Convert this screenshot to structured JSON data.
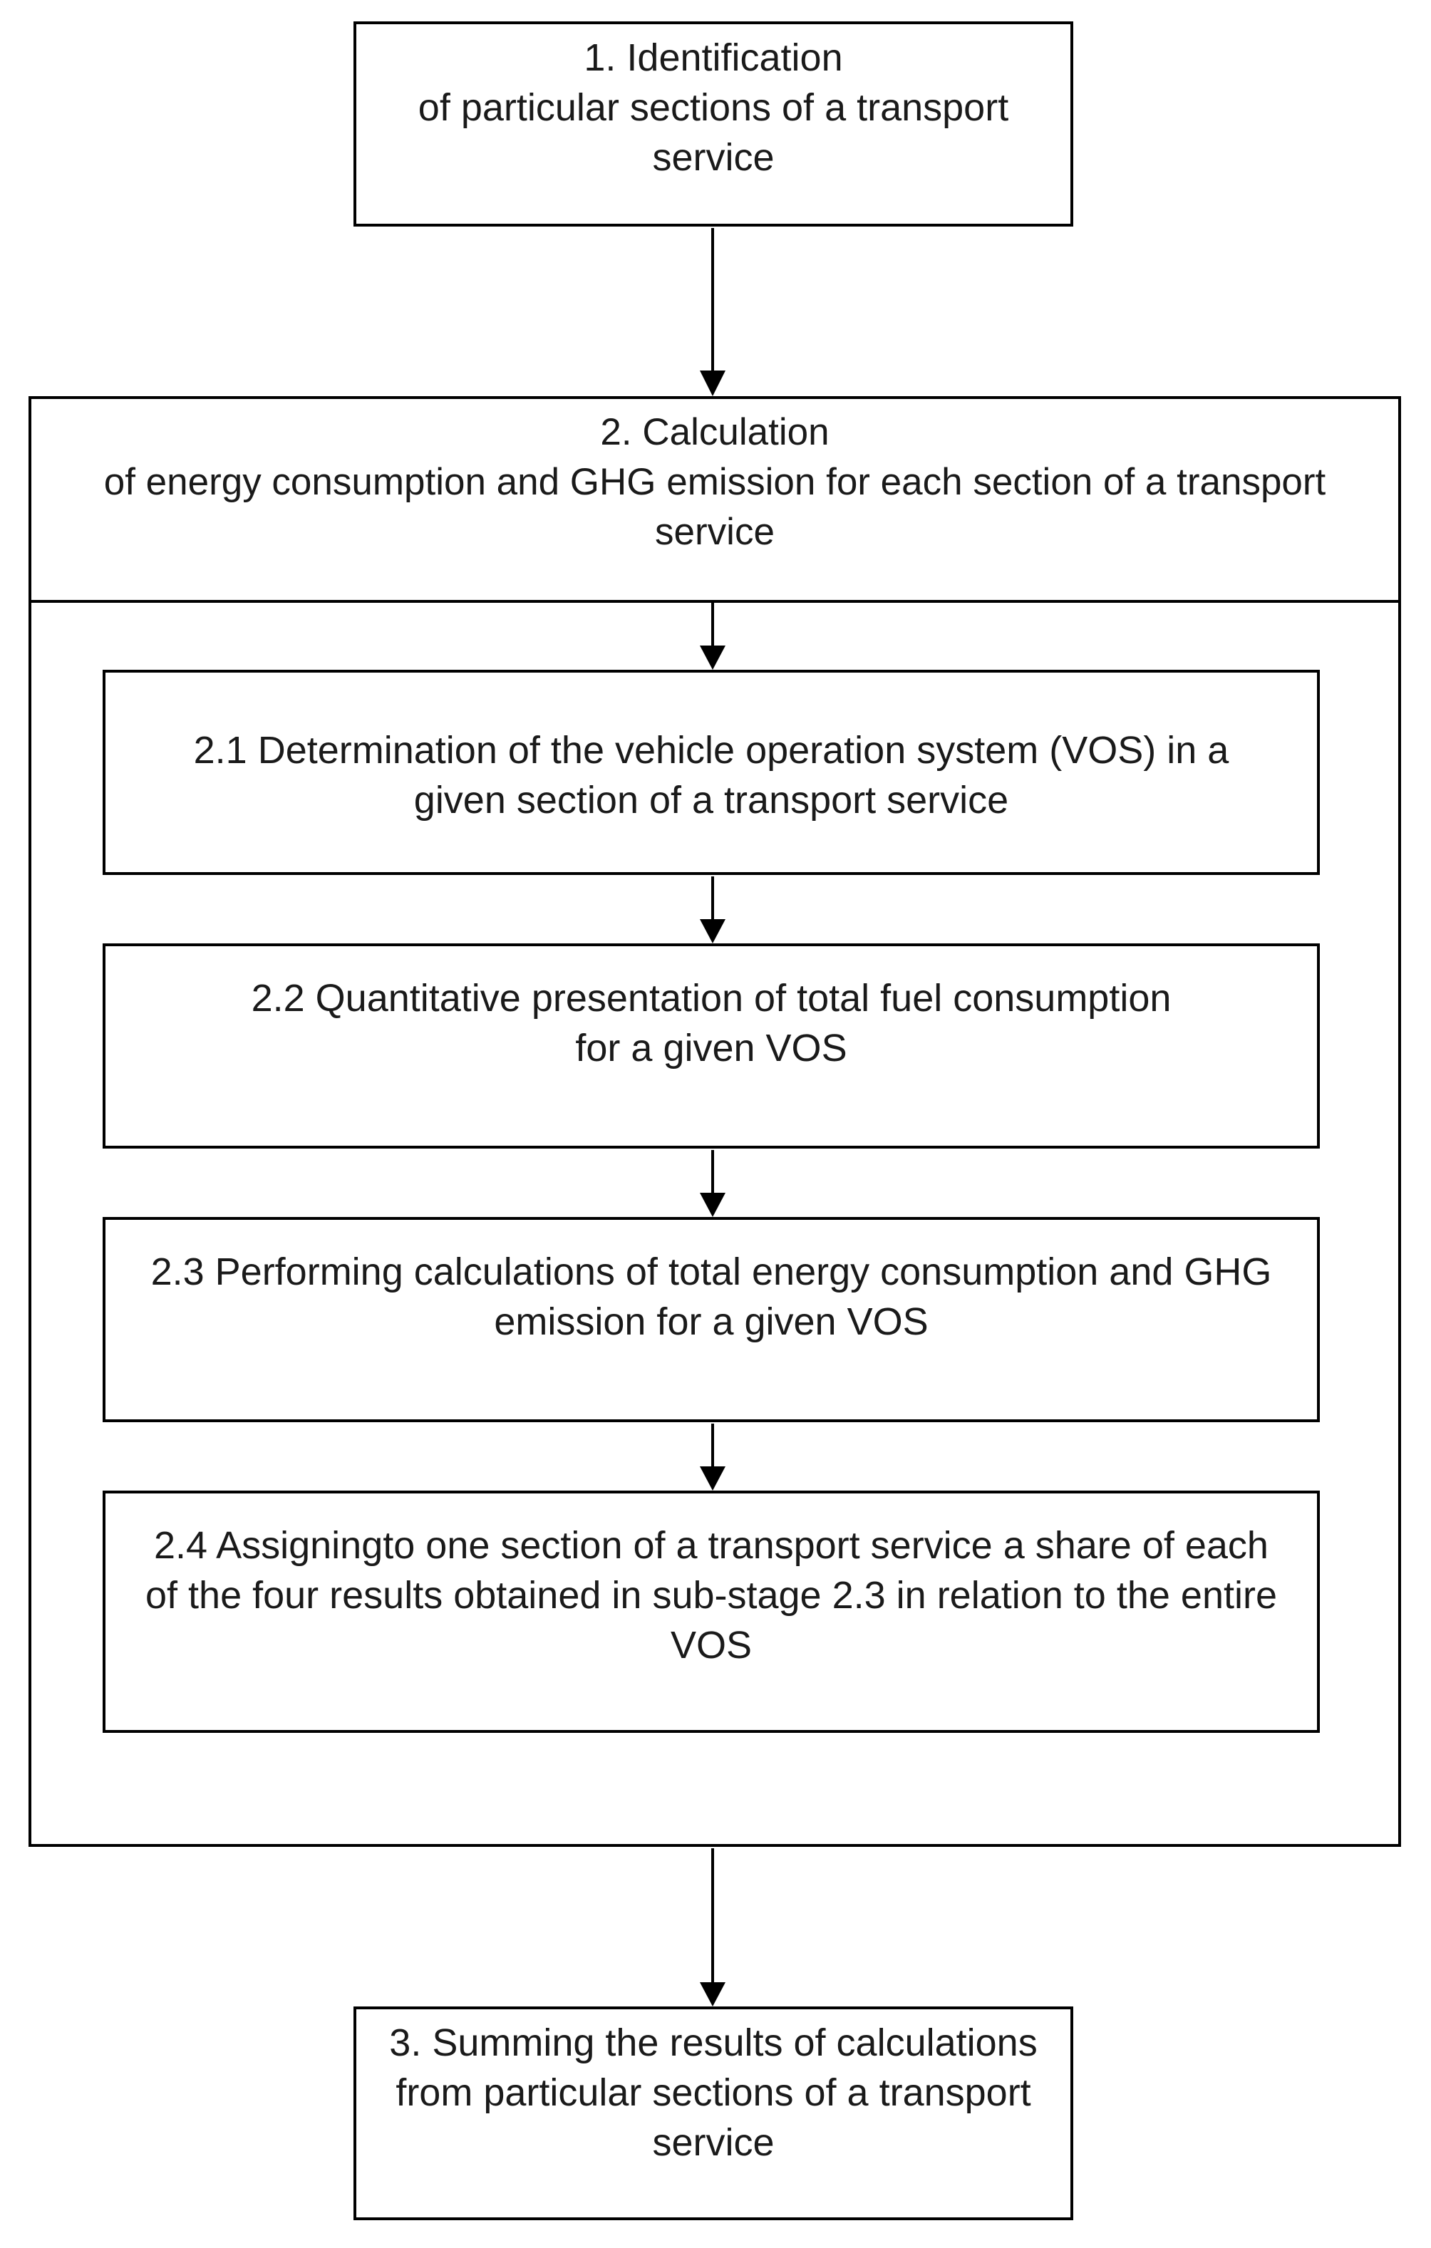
{
  "diagram": {
    "step1": {
      "label": "1. Identification\nof particular sections of a transport\nservice"
    },
    "step2": {
      "label": "2. Calculation\nof energy consumption and GHG emission for each section of a transport\nservice",
      "substeps": [
        {
          "label": "2.1 Determination of the vehicle operation system (VOS) in a\ngiven section of a transport service"
        },
        {
          "label": "2.2 Quantitative presentation of total fuel consumption\nfor a given VOS"
        },
        {
          "label": "2.3 Performing calculations of total energy consumption and GHG\nemission for a given VOS"
        },
        {
          "label": "2.4 Assigningto one section of a transport service a share of each\nof the four results obtained in sub-stage 2.3 in relation to the entire\nVOS"
        }
      ]
    },
    "step3": {
      "label": "3. Summing the results of calculations\nfrom particular sections of a transport\nservice"
    }
  }
}
